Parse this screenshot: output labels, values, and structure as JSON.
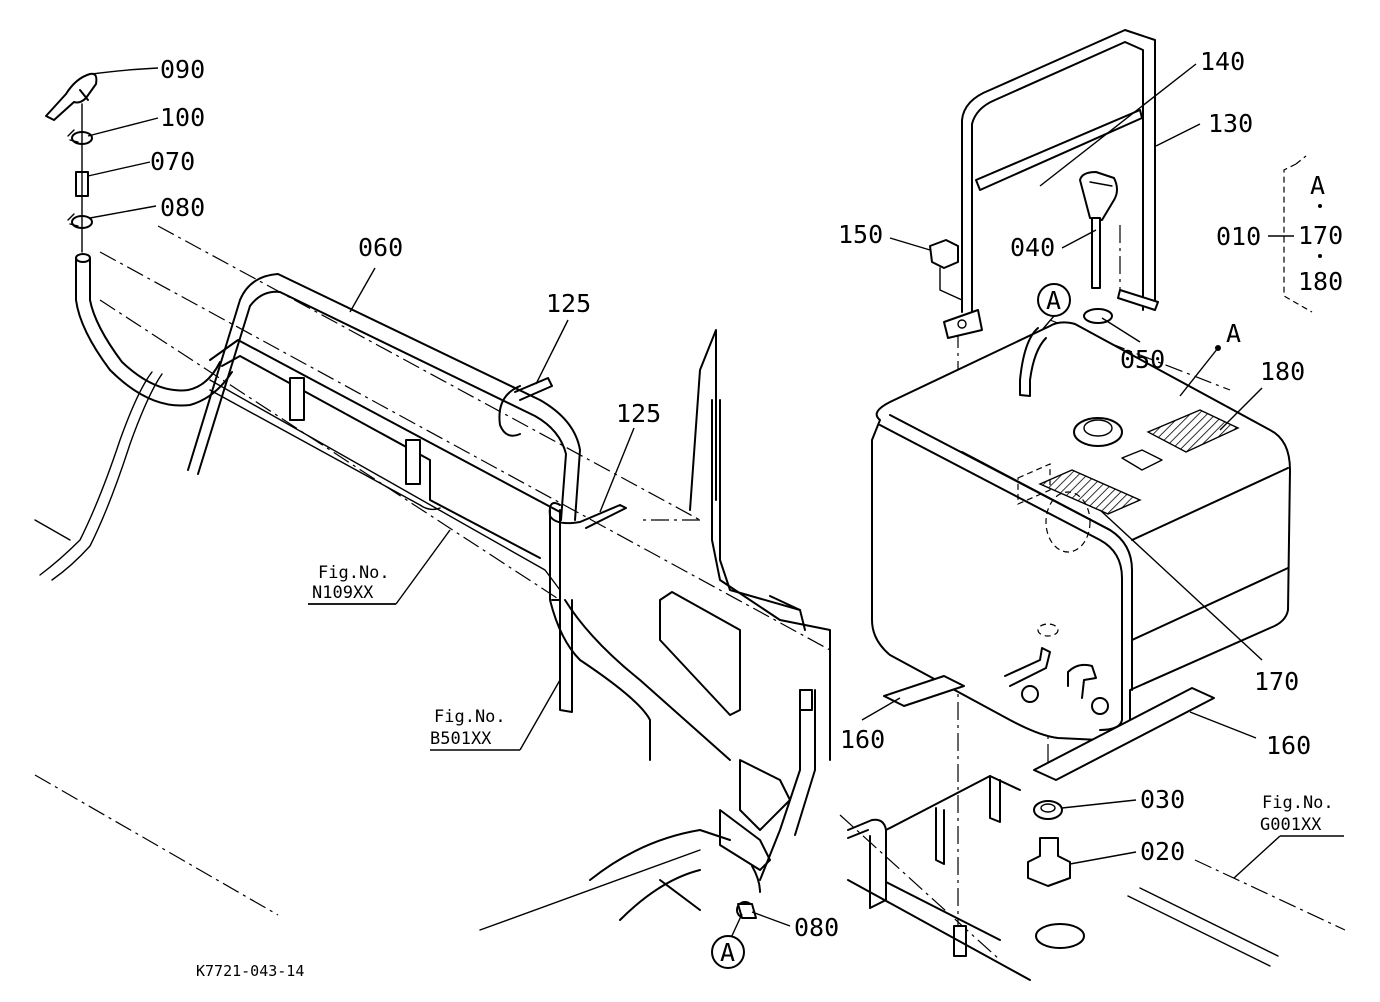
{
  "diagram_code": "K7721-043-14",
  "parts": {
    "p090": "090",
    "p100": "100",
    "p070": "070",
    "p080_top": "080",
    "p060": "060",
    "p125_a": "125",
    "p125_b": "125",
    "p150": "150",
    "p040": "040",
    "p140": "140",
    "p130": "130",
    "p050": "050",
    "p180": "180",
    "p170": "170",
    "p160_left": "160",
    "p160_right": "160",
    "p030": "030",
    "p020": "020",
    "p080_bottom": "080",
    "p010": "010"
  },
  "kit_010": {
    "items": [
      "A",
      "170",
      "180"
    ]
  },
  "markers": {
    "a_on_hose": "A",
    "a_on_fitting": "A",
    "a_on_tank": "A"
  },
  "fig_refs": {
    "n109": {
      "label": "Fig.No.",
      "number": "N109XX"
    },
    "b501": {
      "label": "Fig.No.",
      "number": "B501XX"
    },
    "g001": {
      "label": "Fig.No.",
      "number": "G001XX"
    }
  }
}
